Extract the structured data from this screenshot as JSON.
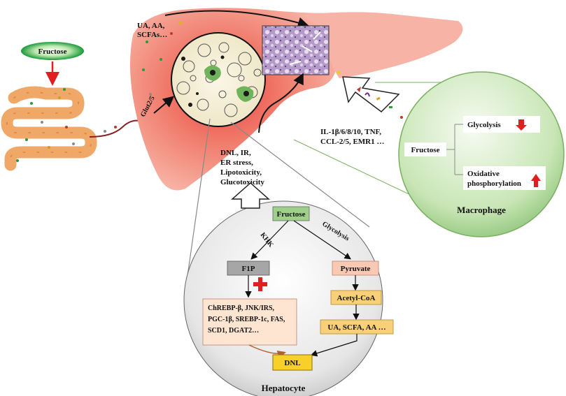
{
  "gut": {
    "fructose_label": "Fructose"
  },
  "liver": {
    "metabolites_line1": "UA, AA,",
    "metabolites_line2": "SCFAs…",
    "transporter": "Glut2/5",
    "hepatic_effects": [
      "DNL, IR,",
      "ER stress,",
      "Lipotoxicity,",
      "Glucotoxicity"
    ],
    "cytokines_line1": "IL-1β/6/8/10, TNF,",
    "cytokines_line2": "CCL-2/5, EMR1 …"
  },
  "macrophage": {
    "title": "Macrophage",
    "input": "Fructose",
    "glycolysis": "Glycolysis",
    "oxphos_line1": "Oxidative",
    "oxphos_line2": "phosphorylation",
    "glycolysis_change": "down",
    "oxphos_change": "up"
  },
  "hepatocyte": {
    "title": "Hepatocyte",
    "fructose": "Fructose",
    "khk": "KHK",
    "glycolysis": "Glycolysis",
    "f1p": "F1P",
    "pyruvate": "Pyruvate",
    "acetyl_coa": "Acetyl-CoA",
    "products": "UA, SCFA, AA …",
    "genes": [
      "ChREBP-β, JNK/IRS,",
      "PGC-1β, SREBP-1c, FAS,",
      "SCD1, DGAT2…"
    ],
    "dnl": "DNL"
  },
  "colors": {
    "liver": "#f6a89a",
    "liver_core": "#e85a5a",
    "gut": "#f0a868",
    "macrophage": "#b8dca0",
    "hepatocyte": "#d8d8d8",
    "fructose_box": "#9fd08a",
    "f1p_box": "#a6a6a6",
    "pyruvate_box": "#f9c9b4",
    "acetyl_box": "#f9d07a",
    "dnl_box": "#f7d12a",
    "arrow_red": "#e02020"
  }
}
